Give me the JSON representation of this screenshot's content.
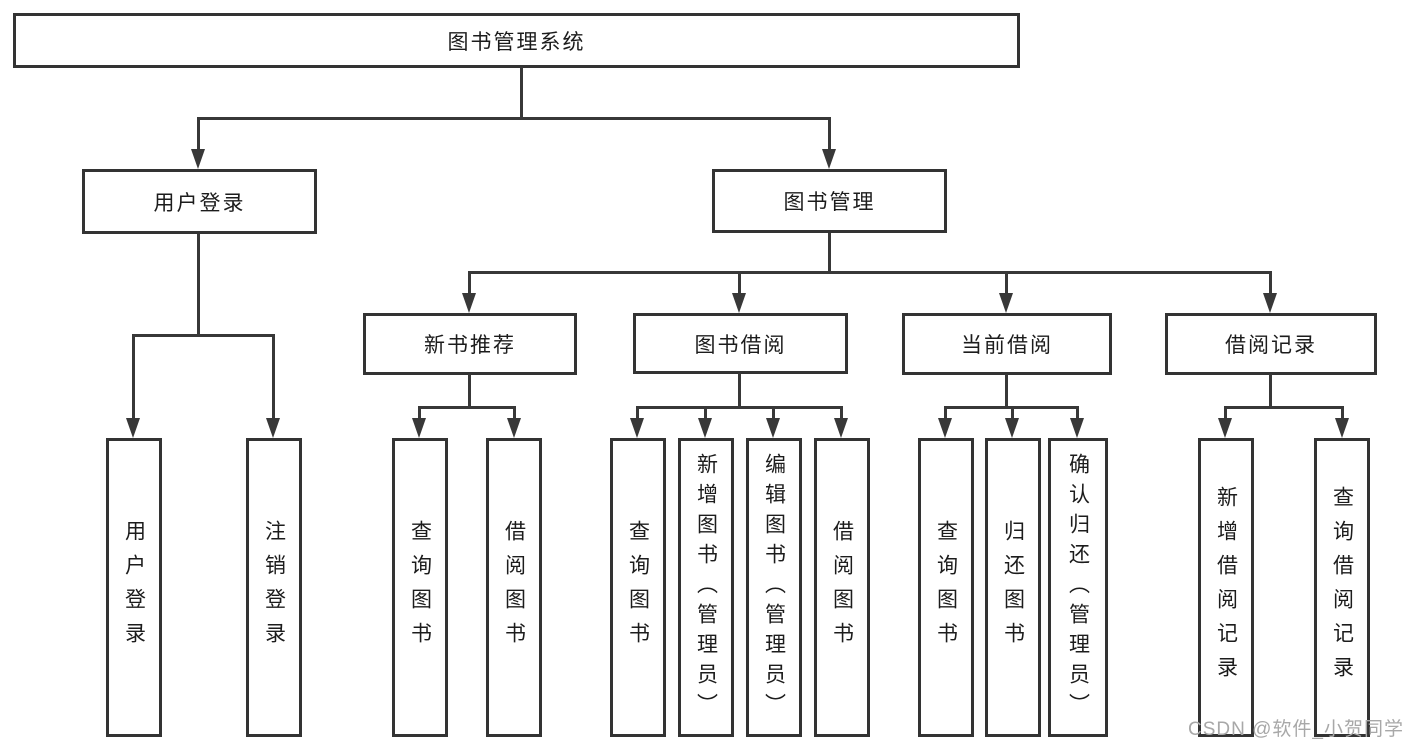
{
  "diagram": {
    "type": "functional-structure-tree",
    "tree": {
      "root": {
        "label": "图书管理系统",
        "children": [
          {
            "label": "用户登录",
            "children": [
              {
                "label": "用户登录"
              },
              {
                "label": "注销登录"
              }
            ]
          },
          {
            "label": "图书管理",
            "children": [
              {
                "label": "新书推荐",
                "children": [
                  {
                    "label": "查询图书"
                  },
                  {
                    "label": "借阅图书"
                  }
                ]
              },
              {
                "label": "图书借阅",
                "children": [
                  {
                    "label": "查询图书"
                  },
                  {
                    "label": "新增图书（管理员）"
                  },
                  {
                    "label": "编辑图书（管理员）"
                  },
                  {
                    "label": "借阅图书"
                  }
                ]
              },
              {
                "label": "当前借阅",
                "children": [
                  {
                    "label": "查询图书"
                  },
                  {
                    "label": "归还图书"
                  },
                  {
                    "label": "确认归还（管理员）"
                  }
                ]
              },
              {
                "label": "借阅记录",
                "children": [
                  {
                    "label": "新增借阅记录"
                  },
                  {
                    "label": "查询借阅记录"
                  }
                ]
              }
            ]
          }
        ]
      }
    }
  },
  "watermark": {
    "text": "CSDN @软件_小贺同学"
  },
  "colors": {
    "line": "#383838",
    "border": "#333333",
    "text": "#1c1c1c",
    "wm": "#a8a8a8",
    "bg": "#ffffff"
  }
}
